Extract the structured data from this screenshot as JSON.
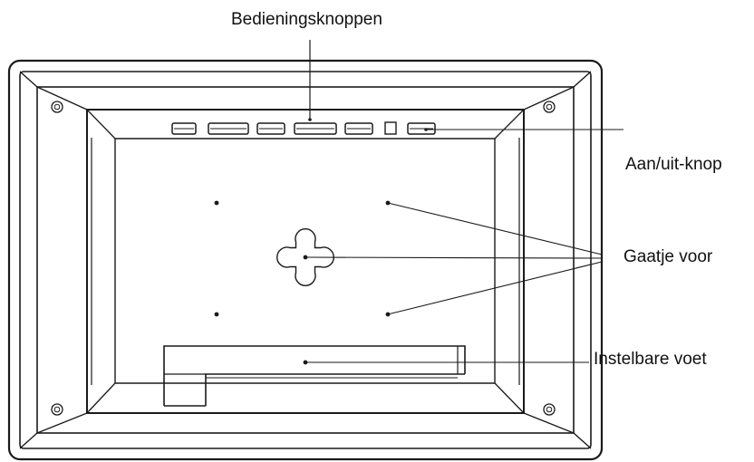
{
  "labels": {
    "control_buttons": "Bedieningsknoppen",
    "power_button": "Aan/uit-knop",
    "mount_holes": "Gaatje voor",
    "stand": "Instelbare voet"
  },
  "colors": {
    "line": "#1a1a1a",
    "background": "#ffffff"
  }
}
